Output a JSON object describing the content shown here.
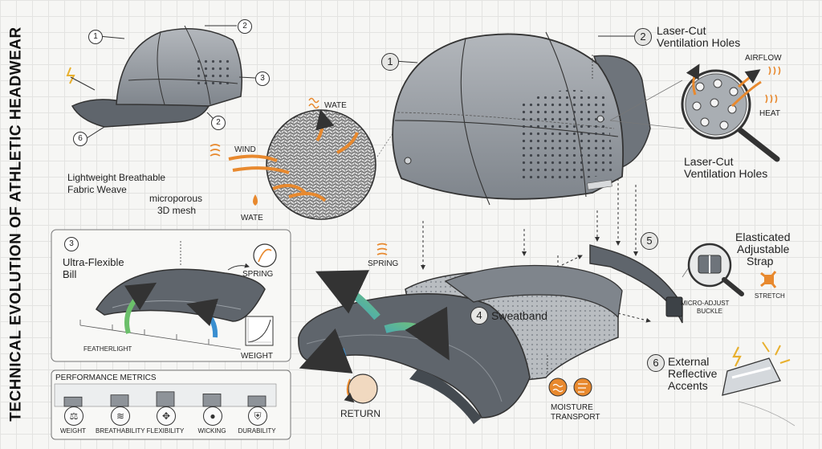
{
  "title": "TECHNICAL EVOLUTION OF ATHLETIC HEADWEAR",
  "colors": {
    "accent_orange": "#e8892e",
    "fabric_gray": "#8e9399",
    "dark_gray": "#5f656c",
    "arrow_green": "#6bbf6a",
    "arrow_blue": "#3a8fd0"
  },
  "small_cap_callouts": [
    "1",
    "2",
    "3",
    "6"
  ],
  "fabric": {
    "label_line1": "Lightweight Breathable",
    "label_line2": "Fabric Weave",
    "mesh_line1": "microporous",
    "mesh_line2": "3D mesh",
    "wind": "WIND",
    "wate_top": "WATE",
    "wate_bottom": "WATE"
  },
  "main": {
    "callout_1": "1",
    "callout_2": "2",
    "vent_title_line1": "Laser-Cut",
    "vent_title_line2": "Ventilation Holes",
    "airflow": "AIRFLOW",
    "heat": "HEAT",
    "vent_label_line1": "Laser-Cut",
    "vent_label_line2": "Ventilation Holes"
  },
  "bill": {
    "number": "3",
    "title_line1": "Ultra-Flexible",
    "title_line2": "Bill",
    "spring": "SPRING",
    "featherlight": "FEATHERLIGHT",
    "weight": "WEIGHT"
  },
  "assembly": {
    "spring": "SPRING",
    "return": "RETURN",
    "sweatband_number": "4",
    "sweatband": "Sweatband",
    "moisture_line1": "MOISTURE",
    "moisture_line2": "TRANSPORT"
  },
  "strap": {
    "number": "5",
    "title_line1": "Elasticated",
    "title_line2": "Adjustable",
    "title_line3": "Strap",
    "buckle_line1": "MICRO-ADJUST",
    "buckle_line2": "BUCKLE",
    "stretch": "STRETCH"
  },
  "reflective": {
    "number": "6",
    "title_line1": "External",
    "title_line2": "Reflective",
    "title_line3": "Accents"
  },
  "metrics": {
    "title": "PERFORMANCE METRICS",
    "items": [
      {
        "label": "WEIGHT",
        "level": 0.45,
        "icon": "scale-icon"
      },
      {
        "label": "BREATHABILITY",
        "level": 0.55,
        "icon": "airflow-icon"
      },
      {
        "label": "FLEXIBILITY",
        "level": 0.7,
        "icon": "flex-icon"
      },
      {
        "label": "WICKING",
        "level": 0.6,
        "icon": "droplet-icon"
      },
      {
        "label": "DURABILITY",
        "level": 0.5,
        "icon": "shield-icon"
      }
    ]
  }
}
